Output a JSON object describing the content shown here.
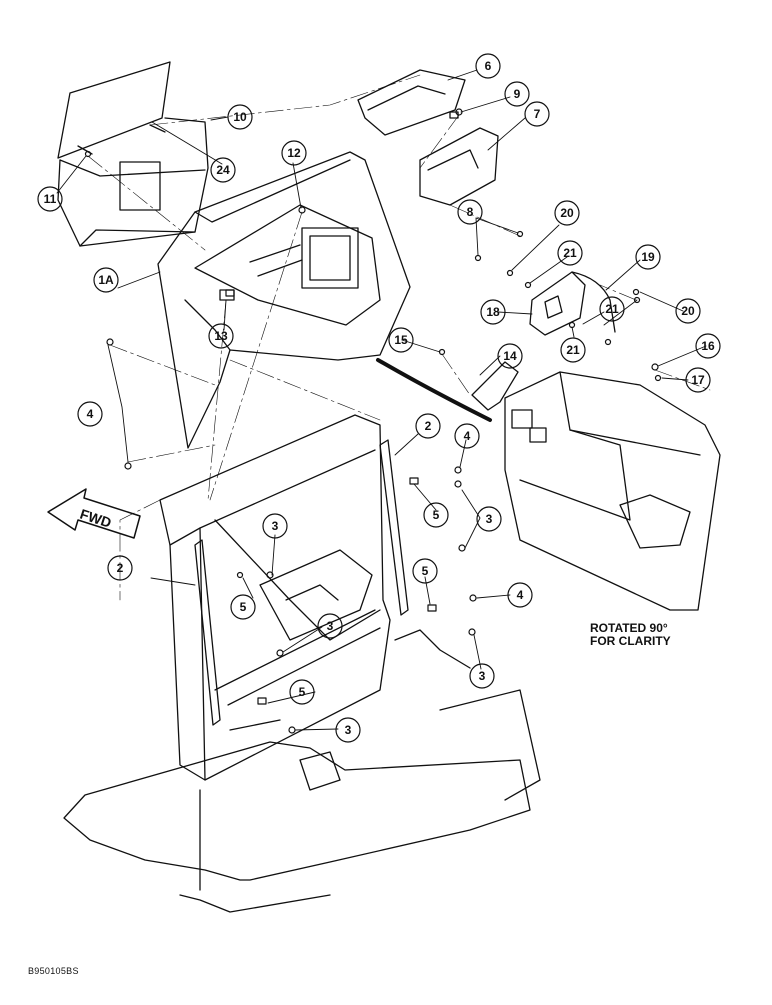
{
  "callouts": {
    "c1": "1A",
    "c2a": "2",
    "c2b": "2",
    "c3a": "3",
    "c3b": "3",
    "c3c": "3",
    "c3d": "3",
    "c3e": "3",
    "c4a": "4",
    "c4b": "4",
    "c4c": "4",
    "c5a": "5",
    "c5b": "5",
    "c5c": "5",
    "c5d": "5",
    "c6": "6",
    "c7": "7",
    "c8": "8",
    "c9": "9",
    "c10": "10",
    "c11": "11",
    "c12": "12",
    "c13": "13",
    "c14": "14",
    "c15": "15",
    "c16": "16",
    "c17": "17",
    "c18": "18",
    "c19": "19",
    "c20a": "20",
    "c20b": "20",
    "c21a": "21",
    "c21b": "21",
    "c21c": "21",
    "c24": "24"
  },
  "fwd_label": "FWD",
  "note_line1": "ROTATED 90°",
  "note_line2": "FOR CLARITY",
  "figure_id": "B950105BS"
}
